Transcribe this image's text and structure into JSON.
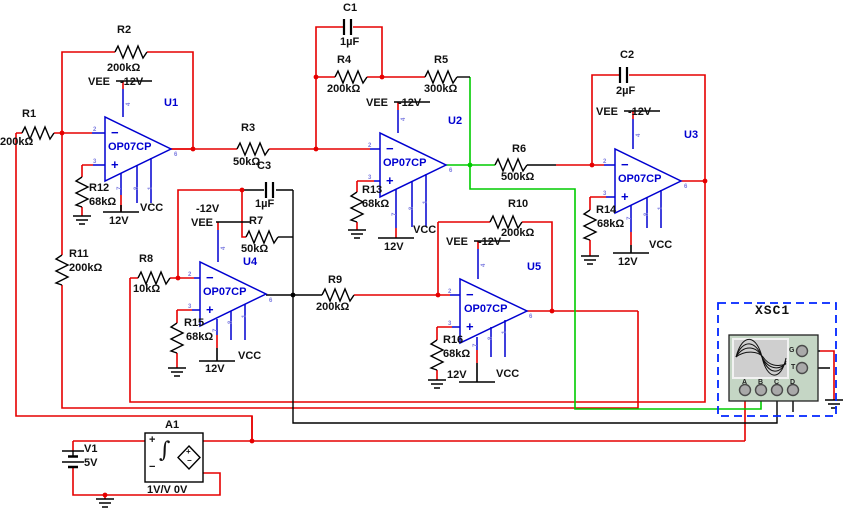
{
  "schematic": {
    "resistors": {
      "R1": {
        "ref": "R1",
        "value": "200kΩ"
      },
      "R2": {
        "ref": "R2",
        "value": "200kΩ"
      },
      "R3": {
        "ref": "R3",
        "value": "50kΩ"
      },
      "R4": {
        "ref": "R4",
        "value": "200kΩ"
      },
      "R5": {
        "ref": "R5",
        "value": "300kΩ"
      },
      "R6": {
        "ref": "R6",
        "value": "500kΩ"
      },
      "R7": {
        "ref": "R7",
        "value": "50kΩ"
      },
      "R8": {
        "ref": "R8",
        "value": "10kΩ"
      },
      "R9": {
        "ref": "R9",
        "value": "200kΩ"
      },
      "R10": {
        "ref": "R10",
        "value": "200kΩ"
      },
      "R11": {
        "ref": "R11",
        "value": "200kΩ"
      },
      "R12": {
        "ref": "R12",
        "value": "68kΩ"
      },
      "R13": {
        "ref": "R13",
        "value": "68kΩ"
      },
      "R14": {
        "ref": "R14",
        "value": "68kΩ"
      },
      "R15": {
        "ref": "R15",
        "value": "68kΩ"
      },
      "R16": {
        "ref": "R16",
        "value": "68kΩ"
      }
    },
    "capacitors": {
      "C1": {
        "ref": "C1",
        "value": "1µF"
      },
      "C2": {
        "ref": "C2",
        "value": "2µF"
      },
      "C3": {
        "ref": "C3",
        "value": "1µF"
      }
    },
    "opamps": {
      "U1": {
        "ref": "U1",
        "part": "OP07CP"
      },
      "U2": {
        "ref": "U2",
        "part": "OP07CP"
      },
      "U3": {
        "ref": "U3",
        "part": "OP07CP"
      },
      "U4": {
        "ref": "U4",
        "part": "OP07CP"
      },
      "U5": {
        "ref": "U5",
        "part": "OP07CP"
      }
    },
    "source": {
      "ref": "V1",
      "value": "5V"
    },
    "controlled_source": {
      "ref": "A1",
      "gain": "1V/V 0V",
      "integral": "∫"
    },
    "oscilloscope": {
      "ref": "XSC1",
      "ch_a": "A",
      "ch_b": "B",
      "ch_c": "C",
      "ch_d": "D",
      "gnd": "G",
      "trig": "T"
    },
    "power": {
      "vee": "VEE",
      "vee_value": "-12V",
      "vcc": "VCC",
      "vcc_value": "12V"
    },
    "pins": {
      "inv": "2",
      "non_inv": "3",
      "v_minus": "4",
      "out": "6",
      "v_plus": "7",
      "p8": "8",
      "p1": "1"
    },
    "signs": {
      "plus": "+",
      "minus": "−"
    }
  },
  "colors": {
    "wire_red": "#e60000",
    "wire_green": "#00cc00",
    "wire_black": "#000000",
    "opamp_blue": "#0000d0",
    "pin_number_blue": "#7b7be0",
    "scope_border_blue": "#0026ff",
    "scope_body": "#c5d6c5",
    "scope_screen": "#cfcfcf",
    "background": "#ffffff"
  }
}
